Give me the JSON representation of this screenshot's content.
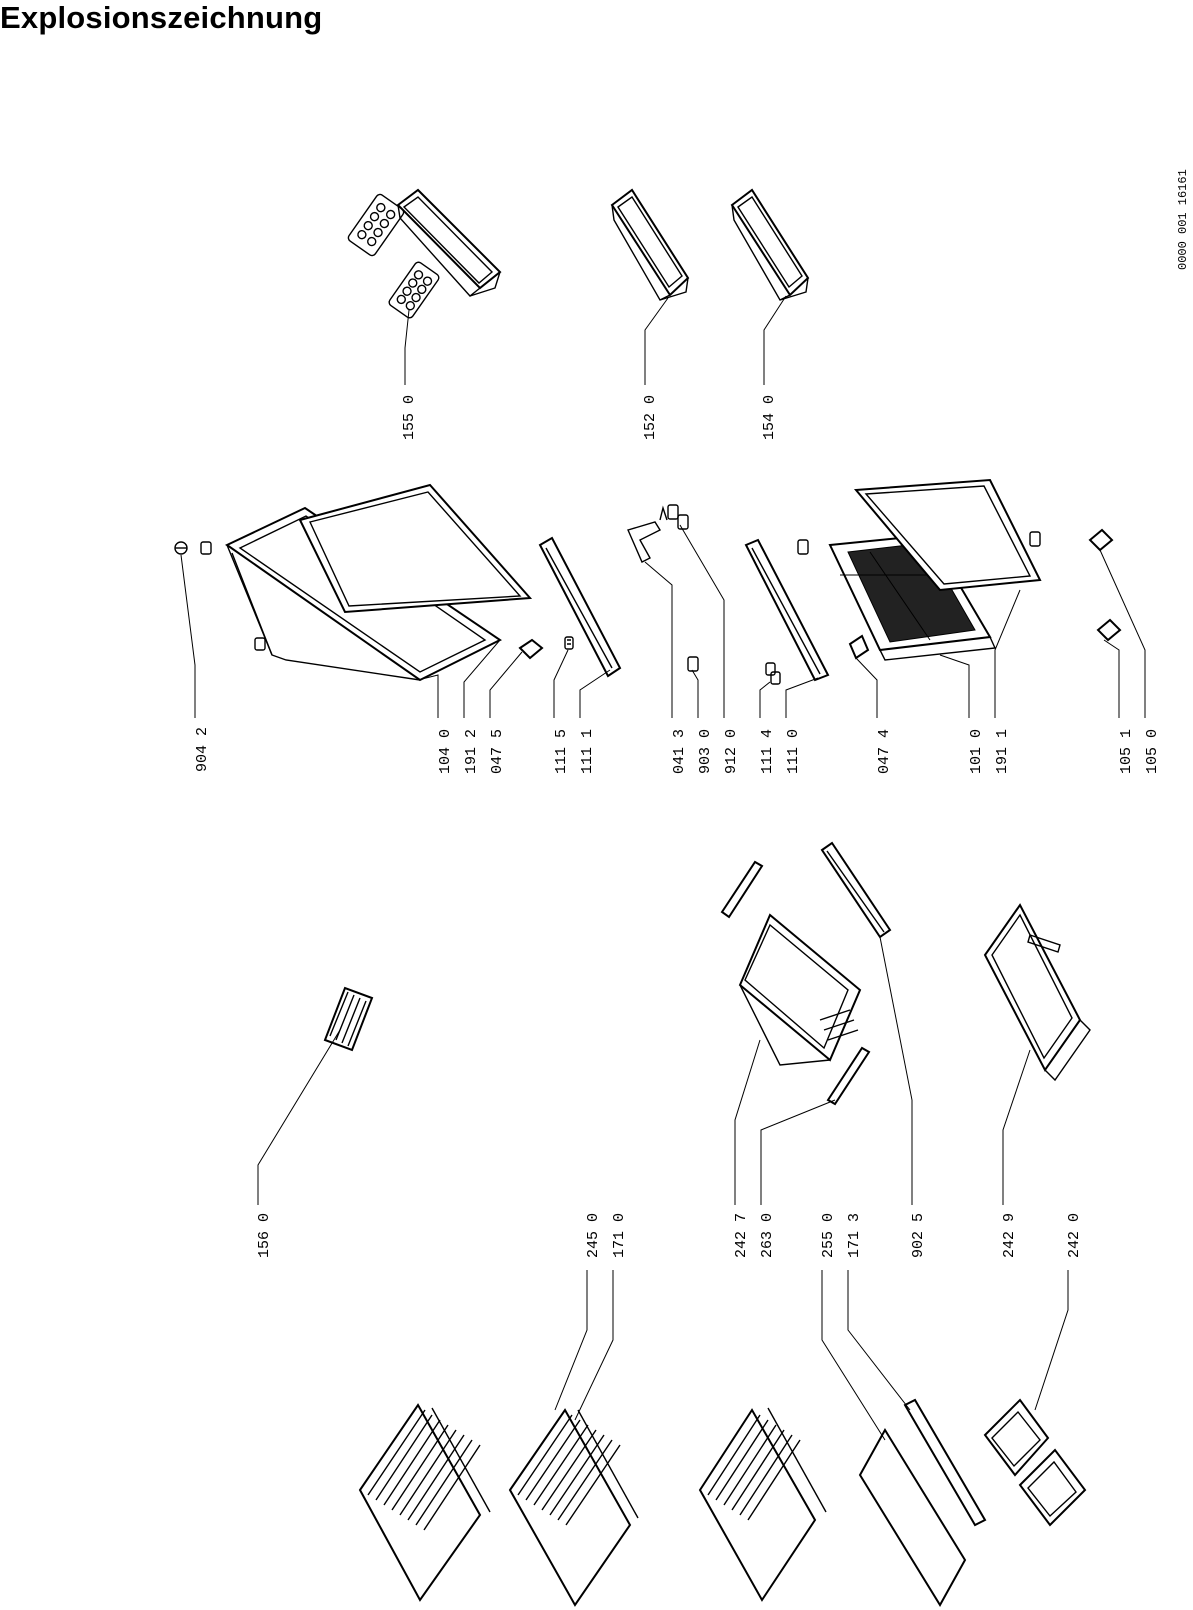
{
  "header": {
    "title": "Explosionszeichnung"
  },
  "drawing_number": "0000 001 16161",
  "part_labels": {
    "p9042": "904 2",
    "p1040": "104 0",
    "p1912": "191 2",
    "p0475": "047 5",
    "p1115": "111 5",
    "p1111": "111 1",
    "p0413": "041 3",
    "p9030": "903 0",
    "p9120": "912 0",
    "p1114": "111 4",
    "p1110": "111 0",
    "p0474": "047 4",
    "p1010": "101 0",
    "p1911": "191 1",
    "p1051": "105 1",
    "p1050": "105 0",
    "p1550": "155 0",
    "p1520": "152 0",
    "p1540": "154 0",
    "p1560": "156 0",
    "p2450": "245 0",
    "p1710": "171 0",
    "p2427": "242 7",
    "p2630": "263 0",
    "p2550": "255 0",
    "p1713": "171 3",
    "p9025": "902 5",
    "p2429": "242 9",
    "p2420": "242 0"
  }
}
